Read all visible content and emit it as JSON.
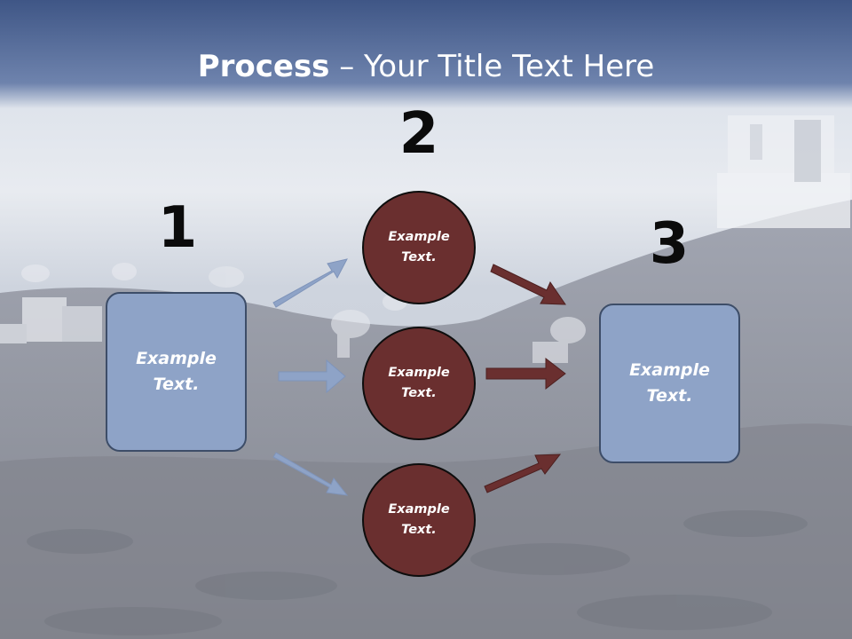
{
  "title": {
    "bold": "Process",
    "rest": " – Your Title Text Here"
  },
  "steps": {
    "one": "1",
    "two": "2",
    "three": "3"
  },
  "left_box": {
    "line1": "Example",
    "line2": "Text."
  },
  "right_box": {
    "line1": "Example",
    "line2": "Text."
  },
  "circles": [
    {
      "line1": "Example",
      "line2": "Text."
    },
    {
      "line1": "Example",
      "line2": "Text."
    },
    {
      "line1": "Example",
      "line2": "Text."
    }
  ],
  "colors": {
    "box_fill": "#8ea3c7",
    "circle_fill": "#6a2f2f",
    "blue_arrow": "#8ea3c7",
    "red_arrow": "#6a2f2f",
    "title_band": "#4a6190"
  }
}
